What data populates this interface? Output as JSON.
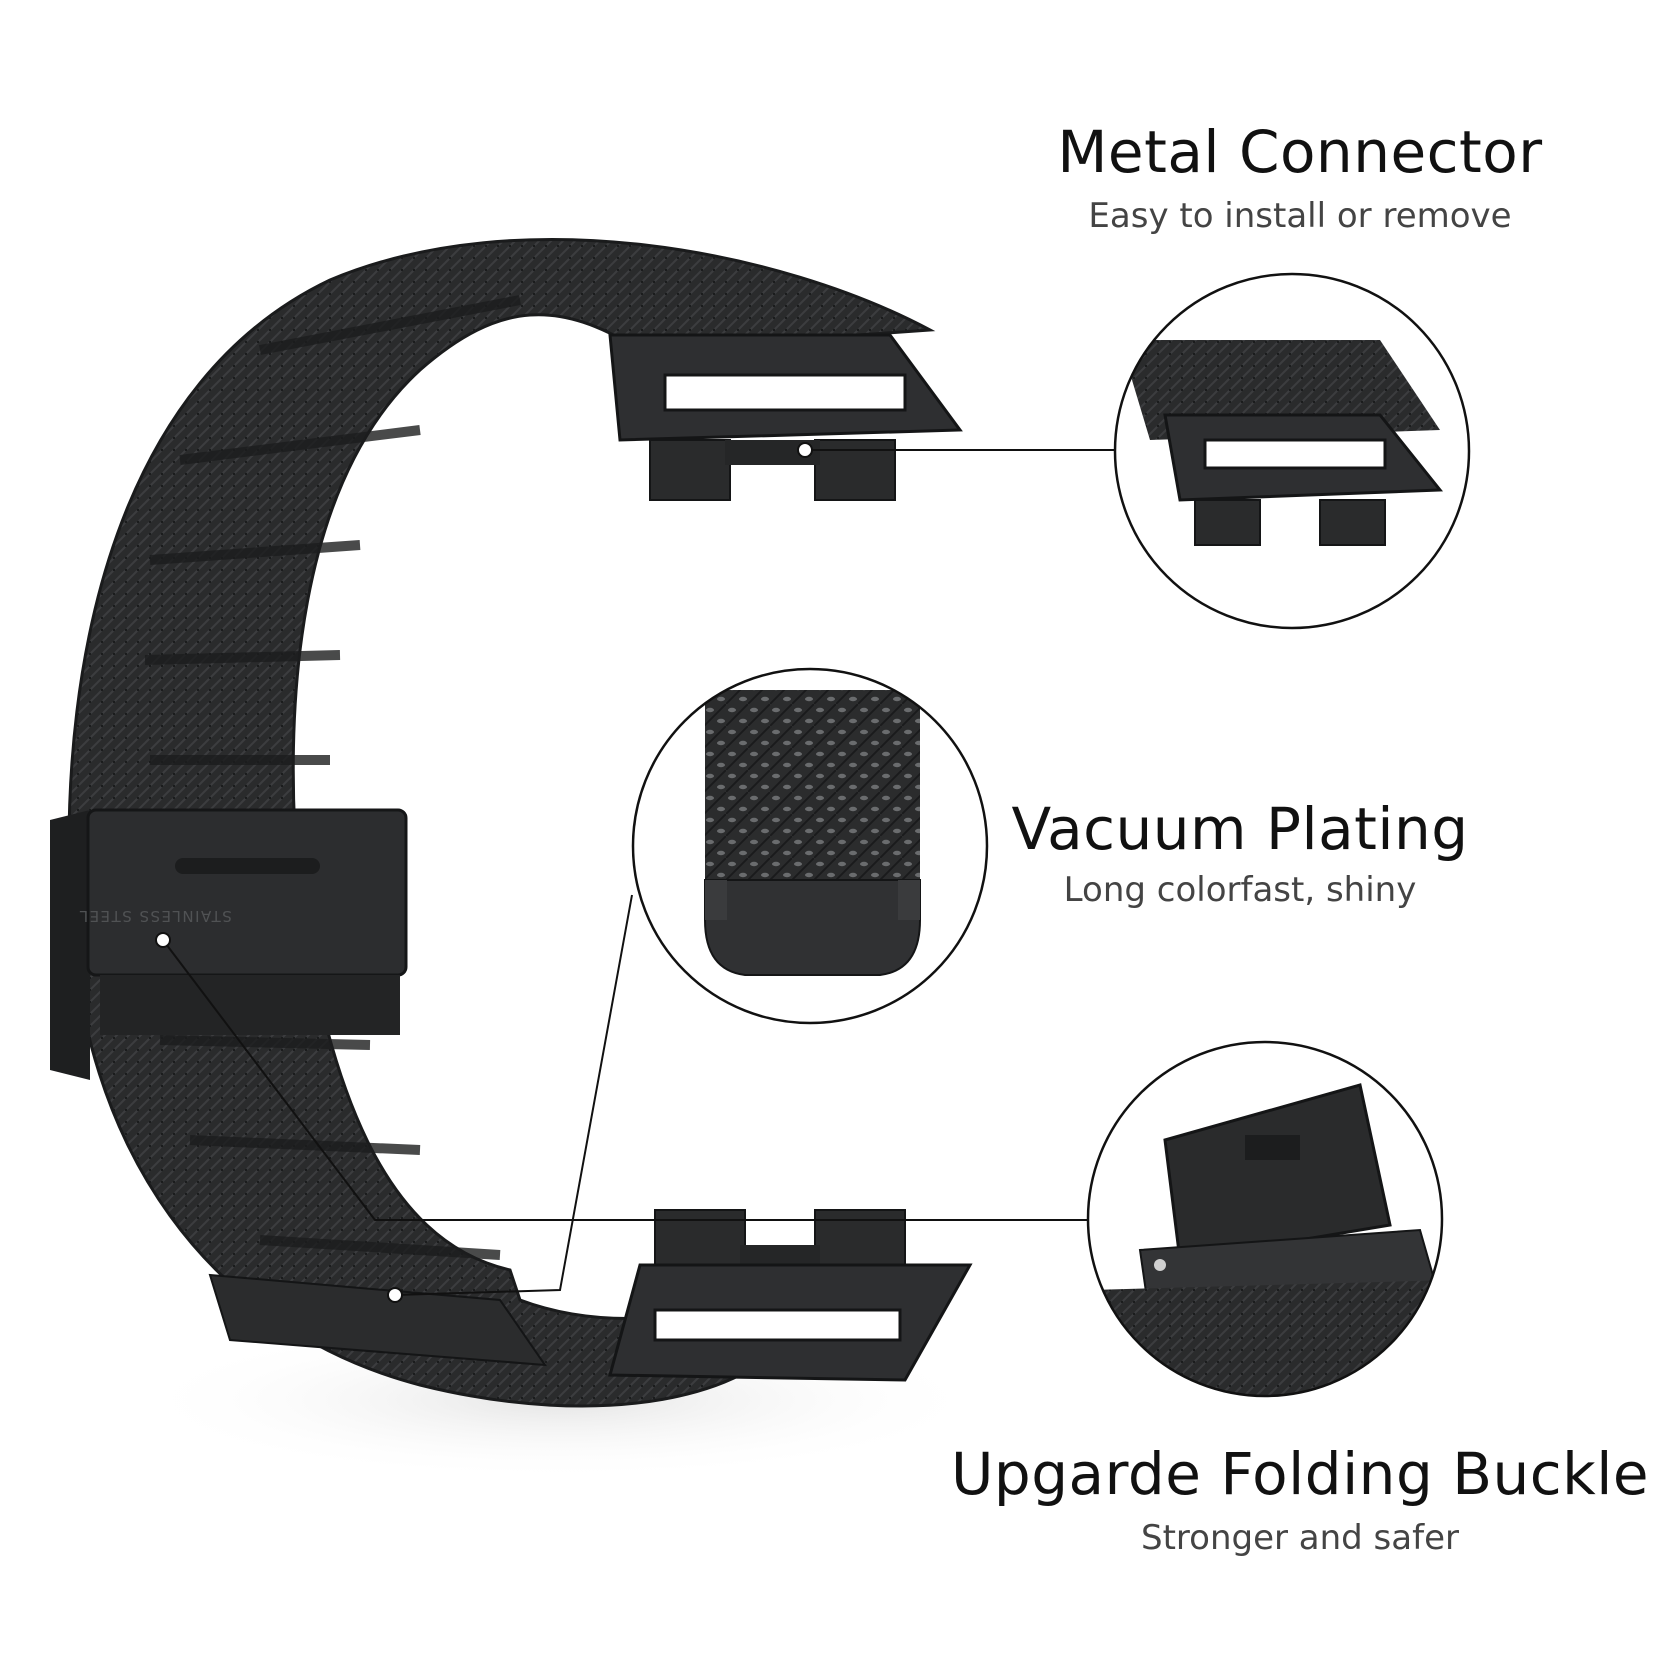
{
  "features": [
    {
      "title": "Metal Connector",
      "subtitle": "Easy to install or remove"
    },
    {
      "title": "Vacuum Plating",
      "subtitle": "Long colorfast, shiny"
    },
    {
      "title": "Upgarde Folding Buckle",
      "subtitle": "Stronger and safer"
    }
  ],
  "clasp_stamp": "STAINLESS STEEL",
  "colors": {
    "band": "#2a2b2c",
    "band_dark": "#1a1b1c",
    "callout_line": "#111111",
    "background": "#ffffff"
  },
  "icons": [
    "watch-band-illustration",
    "connector-zoom",
    "mesh-zoom",
    "buckle-zoom"
  ]
}
